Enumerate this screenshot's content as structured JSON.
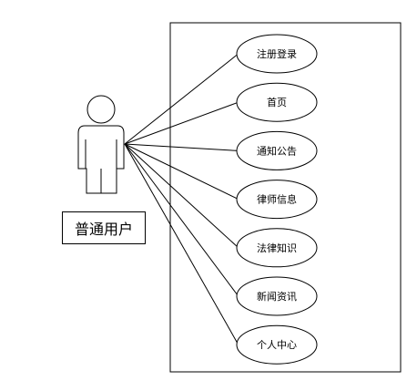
{
  "diagram": {
    "actor": {
      "label": "普通用户"
    },
    "use_cases": [
      {
        "label": "注册登录"
      },
      {
        "label": "首页"
      },
      {
        "label": "通知公告"
      },
      {
        "label": "律师信息"
      },
      {
        "label": "法律知识"
      },
      {
        "label": "新闻资讯"
      },
      {
        "label": "个人中心"
      }
    ]
  }
}
